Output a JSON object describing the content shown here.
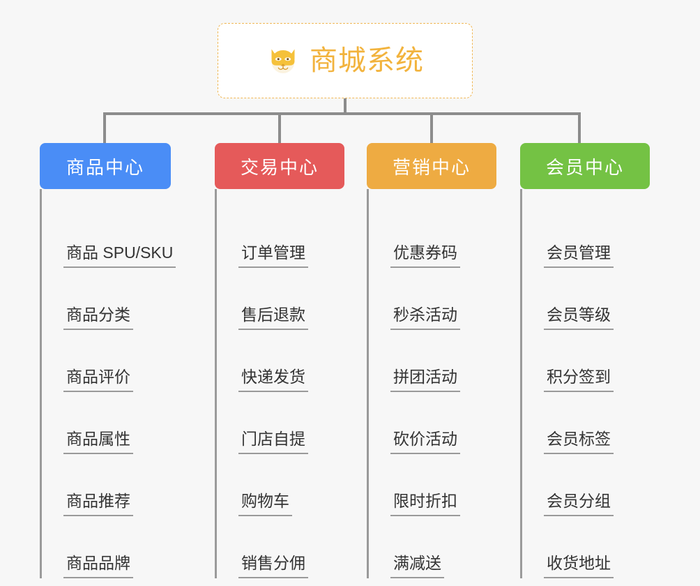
{
  "page": {
    "background_color": "#f7f7f7",
    "line_color": "#9a9a9a"
  },
  "root": {
    "title": "商城系统",
    "icon": "shiba-dog-face-emoji",
    "text_color": "#f2b33d",
    "border_color": "#f0b755",
    "background_color": "#ffffff"
  },
  "branches": [
    {
      "label": "商品中心",
      "color": "#4a8df6",
      "items": [
        "商品 SPU/SKU",
        "商品分类",
        "商品评价",
        "商品属性",
        "商品推荐",
        "商品品牌"
      ]
    },
    {
      "label": "交易中心",
      "color": "#e55a5a",
      "items": [
        "订单管理",
        "售后退款",
        "快递发货",
        "门店自提",
        "购物车",
        "销售分佣"
      ]
    },
    {
      "label": "营销中心",
      "color": "#eeab42",
      "items": [
        "优惠券码",
        "秒杀活动",
        "拼团活动",
        "砍价活动",
        "限时折扣",
        "满减送"
      ]
    },
    {
      "label": "会员中心",
      "color": "#74c244",
      "items": [
        "会员管理",
        "会员等级",
        "积分签到",
        "会员标签",
        "会员分组",
        "收货地址"
      ]
    }
  ]
}
